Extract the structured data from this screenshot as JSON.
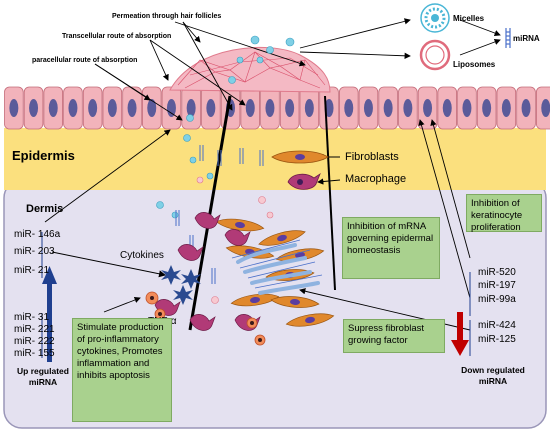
{
  "labels": {
    "permeation": "Permeation through hair follicles",
    "transcellular": "Transcellular route of absorption",
    "paracellular": "paracellular route of absorption",
    "micelles": "Micelles",
    "liposomes": "Liposomes",
    "mirna_carrier": "miRNA",
    "epidermis": "Epidermis",
    "fibroblasts": "Fibroblasts",
    "macrophage": "Macrophage",
    "dermis": "Dermis",
    "cytokines": "Cytokines",
    "tnf": "TNF-α",
    "up_regulated": "Up regulated miRNA",
    "down_regulated": "Down regulated miRNA"
  },
  "up_mirnas_top": [
    "miR- 146a",
    "miR- 203",
    "miR- 21"
  ],
  "up_mirnas_bottom": [
    "miR- 31",
    "miR- 221",
    "miR- 222",
    "miR- 155"
  ],
  "down_mirnas_top": [
    "miR-520",
    "miR-197",
    "miR-99a"
  ],
  "down_mirnas_bottom": [
    "miR-424",
    "miR-125"
  ],
  "boxes": {
    "stimulate": "Stimulate production of pro-inflammatory cytokines, Promotes inflammation and inhibits apoptosis",
    "inhibit_mrna": "Inhibition of mRNA governing epidermal homeostasis",
    "inhibit_keratinocyte": "Inhibition of keratinocyte proliferation",
    "supress": "Supress fibroblast growing factor"
  },
  "colors": {
    "epidermis_band": "#fbe07e",
    "dermis_bg": "#e4e1f0",
    "cell_fill": "#f2b3bb",
    "nucleus": "#5b5b9a",
    "box_fill": "#a9d18e",
    "up_arrow": "#1f3f8f",
    "down_arrow": "#c00000"
  }
}
